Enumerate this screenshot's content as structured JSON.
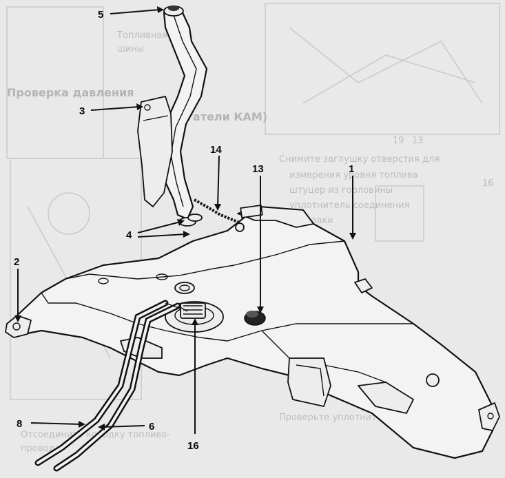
{
  "callouts": {
    "c1": "1",
    "c2": "2",
    "c3": "3",
    "c4": "4",
    "c5": "5",
    "c6": "6",
    "c8": "8",
    "c13": "13",
    "c14": "14",
    "c16": "16"
  },
  "background_text": {
    "line1": "Снимите заглушку отверстия для",
    "line2": "измерения уровня топлива",
    "line3": "штуцер из горловины",
    "line4": "уплотнитель соединения",
    "line5": "заправки",
    "line6": "Топливная",
    "line7": "шины",
    "line8": "Проверьте уплотнитель",
    "line9": "Отсоедините колодку топливо-",
    "line10": "провода",
    "heading": "Проверка давления",
    "heading2": "(двигатели КАМ)",
    "small1": "19",
    "small2": "13",
    "small3": "16"
  },
  "colors": {
    "paper": "#e9e9e9",
    "ink": "#111111",
    "ghost": "#bdbdbd"
  }
}
